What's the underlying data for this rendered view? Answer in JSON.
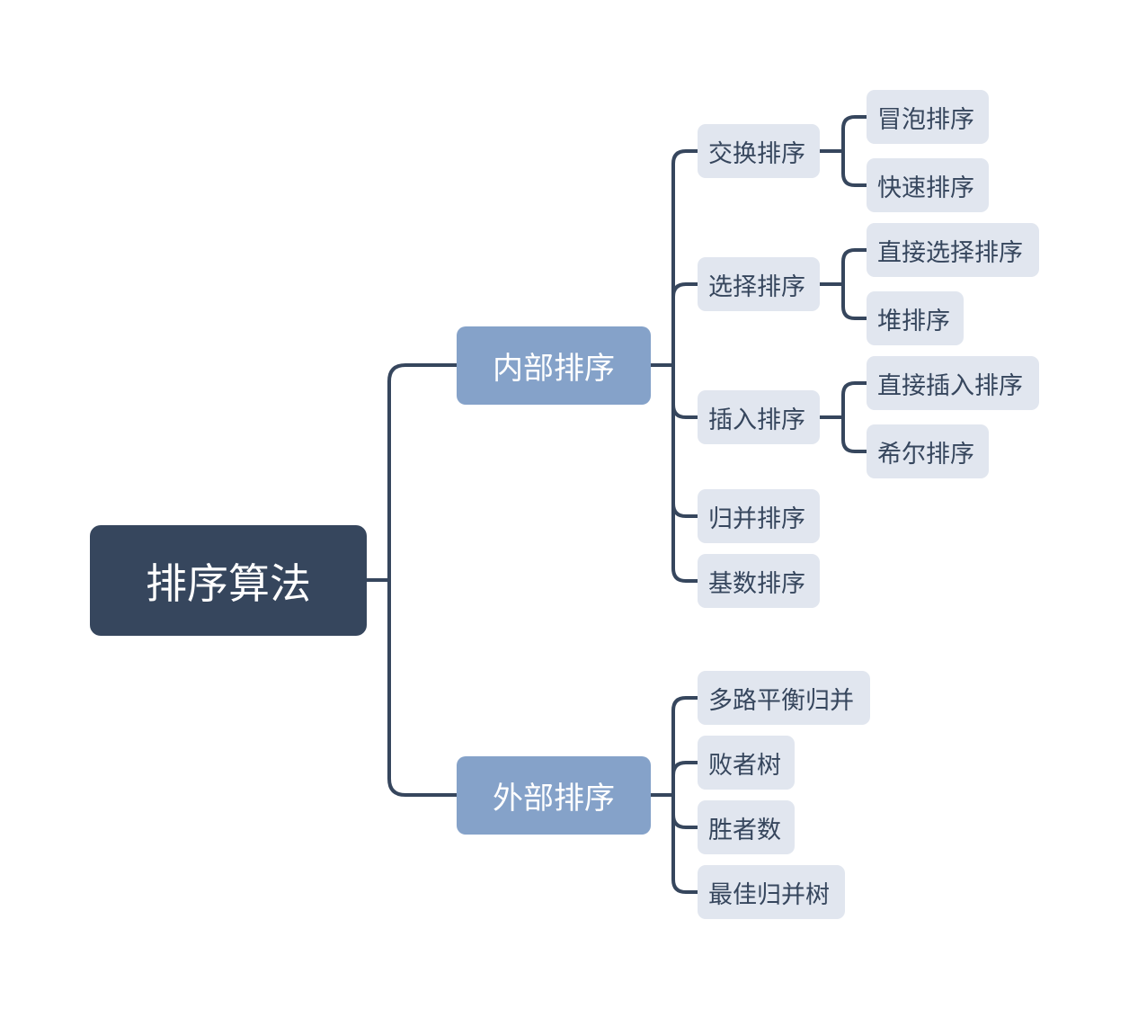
{
  "colors": {
    "root_bg": "#36465d",
    "branch_bg": "#85a2c9",
    "leaf_bg": "#e1e6ef",
    "connector": "#36465d",
    "leaf_text": "#36465d"
  },
  "root": {
    "label": "排序算法"
  },
  "internal": {
    "label": "内部排序",
    "exchange": {
      "label": "交换排序",
      "bubble": "冒泡排序",
      "quick": "快速排序"
    },
    "selection": {
      "label": "选择排序",
      "direct": "直接选择排序",
      "heap": "堆排序"
    },
    "insertion": {
      "label": "插入排序",
      "direct": "直接插入排序",
      "shell": "希尔排序"
    },
    "merge": {
      "label": "归并排序"
    },
    "radix": {
      "label": "基数排序"
    }
  },
  "external": {
    "label": "外部排序",
    "items": [
      "多路平衡归并",
      "败者树",
      "胜者数",
      "最佳归并树"
    ]
  }
}
